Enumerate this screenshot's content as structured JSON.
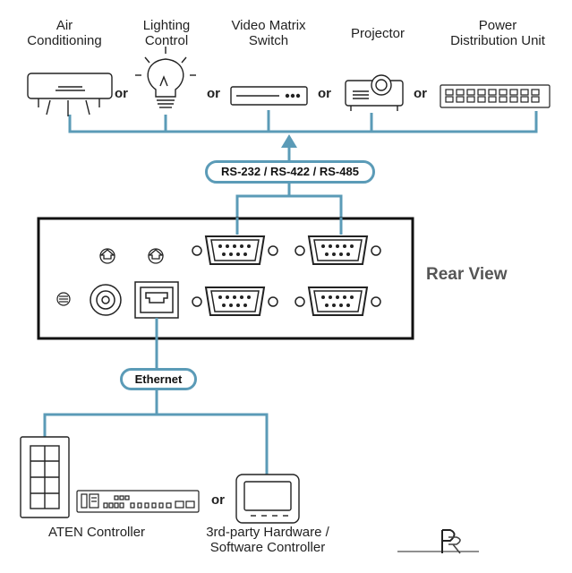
{
  "devices": [
    {
      "label_line1": "Air",
      "label_line2": "Conditioning",
      "icon": "air-conditioner-icon"
    },
    {
      "label_line1": "Lighting",
      "label_line2": "Control",
      "icon": "light-bulb-icon"
    },
    {
      "label_line1": "Video Matrix",
      "label_line2": "Switch",
      "icon": "video-matrix-switch-icon"
    },
    {
      "label_line1": "Projector",
      "label_line2": "",
      "icon": "projector-icon"
    },
    {
      "label_line1": "Power",
      "label_line2": "Distribution Unit",
      "icon": "pdu-icon"
    }
  ],
  "or_label": "or",
  "serial_label": "RS-232 / RS-422 / RS-485",
  "rear_view_label": "Rear View",
  "ethernet_label": "Ethernet",
  "controllers": {
    "aten_label": "ATEN Controller",
    "third_party_line1": "3rd-party Hardware /",
    "third_party_line2": "Software Controller"
  },
  "colors": {
    "connector": "#5b9bb7",
    "outline": "#222222"
  }
}
